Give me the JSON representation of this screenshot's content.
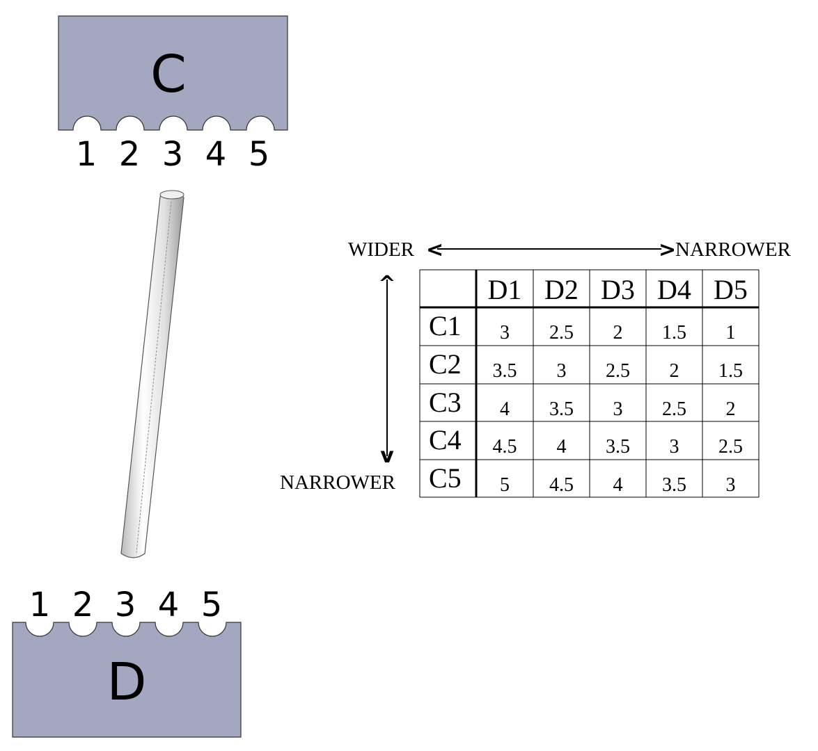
{
  "top_block": {
    "label": "C",
    "fill": "#a3a7bf",
    "slots": [
      "1",
      "2",
      "3",
      "4",
      "5"
    ]
  },
  "bottom_block": {
    "label": "D",
    "fill": "#a3a7bf",
    "slots": [
      "1",
      "2",
      "3",
      "4",
      "5"
    ]
  },
  "rod": {
    "color": "#e6e6e6"
  },
  "direction_labels": {
    "left": "WIDER",
    "right": "NARROWER",
    "bottom": "NARROWER",
    "arrow_left": "<",
    "arrow_right": ">",
    "arrow_up": "^",
    "arrow_down": "v"
  },
  "table": {
    "col_headers": [
      "D1",
      "D2",
      "D3",
      "D4",
      "D5"
    ],
    "rows": [
      {
        "label": "C1",
        "values": [
          "3",
          "2.5",
          "2",
          "1.5",
          "1"
        ]
      },
      {
        "label": "C2",
        "values": [
          "3.5",
          "3",
          "2.5",
          "2",
          "1.5"
        ]
      },
      {
        "label": "C3",
        "values": [
          "4",
          "3.5",
          "3",
          "2.5",
          "2"
        ]
      },
      {
        "label": "C4",
        "values": [
          "4.5",
          "4",
          "3.5",
          "3",
          "2.5"
        ]
      },
      {
        "label": "C5",
        "values": [
          "5",
          "4.5",
          "4",
          "3.5",
          "3"
        ]
      }
    ]
  }
}
